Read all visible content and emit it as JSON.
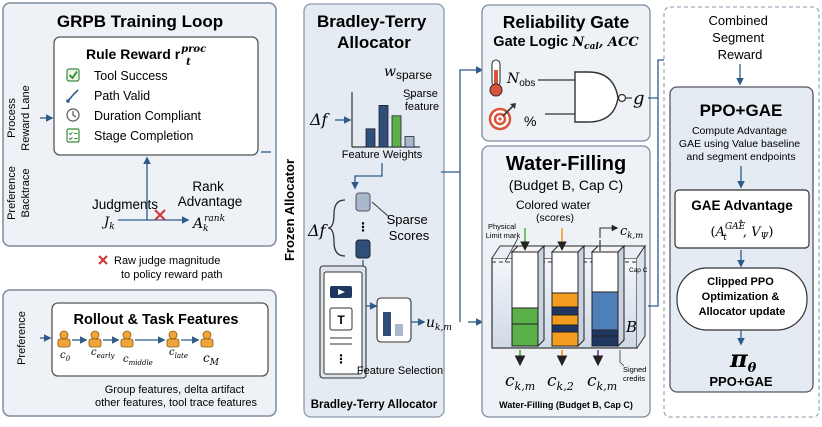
{
  "grpb": {
    "title": "GRPB Training Loop",
    "lane_process": [
      "Process",
      "Reward Lane"
    ],
    "lane_pref_backtrace": [
      "Preference",
      "Backtrace"
    ],
    "rule_reward_title": "Rule Reward r",
    "rule_reward_sup": "proc",
    "rule_reward_sub": "t",
    "items": [
      "Tool Success",
      "Path Valid",
      "Duration Compliant",
      "Stage Completion"
    ],
    "judgments": "Judgments",
    "j_sym": "J",
    "j_sub": "k",
    "rank_advantage": [
      "Rank",
      "Advantage"
    ],
    "a_sym": "A",
    "a_sup": "rank",
    "a_sub": "k",
    "raw_judge": [
      "Raw judge magnitude",
      "to policy reward path"
    ]
  },
  "rollout": {
    "lane_pref": "Preference",
    "title": "Rollout & Task Features",
    "nodes": [
      {
        "sym": "c",
        "sub": "0"
      },
      {
        "sym": "c",
        "sub": "early"
      },
      {
        "sym": "c",
        "sub": "middle"
      },
      {
        "sym": "c",
        "sub": "late"
      },
      {
        "sym": "c",
        "sub": "M"
      }
    ],
    "footer": [
      "Group features, delta artifact",
      "other features, tool trace features"
    ]
  },
  "frozen_allocator": "Frozen Allocator",
  "bt": {
    "title": [
      "Bradley-Terry",
      "Allocator"
    ],
    "w_sym": "w",
    "w_sub": "sparse",
    "sparse_feature": [
      "Sparse",
      "feature"
    ],
    "feature_weights": "Feature Weights",
    "delta_f": "Δf",
    "sparse_scores": [
      "Sparse",
      "Scores"
    ],
    "u_sym": "u",
    "u_sub": "k,m",
    "feature_selection": "Feature Selection",
    "footer": "Bradley-Terry Allocator",
    "weights": [
      0.35,
      0.8,
      0.6,
      0.2
    ]
  },
  "gate": {
    "title": "Reliability Gate",
    "logic_label": "Gate Logic",
    "logic_args": "N",
    "logic_args_sub": "cal",
    "logic_args_tail": ", ACC",
    "n_sym": "N",
    "n_sub": "obs",
    "percent": "%",
    "g_sym": "g"
  },
  "water": {
    "title": "Water-Filling",
    "subtitle": "(Budget B, Cap C)",
    "colored_water": [
      "Colored water",
      "(scores)"
    ],
    "physical_limit": [
      "Physical",
      "Limit mark"
    ],
    "cap_label": "Cap C",
    "c_top_sym": "c",
    "c_top_sub": "k,m",
    "b_label": "B",
    "signed_credits": [
      "Signed",
      "credits"
    ],
    "bottom": [
      {
        "sym": "c",
        "sub": "k,m"
      },
      {
        "sym": "c",
        "sub": "k,2"
      },
      {
        "sym": "c",
        "sub": "k,m"
      }
    ],
    "footer": "Water-Filling (Budget B, Cap C)",
    "colors": {
      "green": "#5bb04a",
      "orange": "#f39c1f",
      "blue": "#4f7fb8",
      "navy": "#1f3660"
    }
  },
  "right": {
    "combined": [
      "Combined",
      "Segment",
      "Reward"
    ],
    "ppo_title": "PPO+GAE",
    "compute": [
      "Compute Advantage",
      "GAE using Value baseline",
      "and segment endpoints"
    ],
    "gae_title": "GAE Advantage",
    "gae_formula_a": "A",
    "gae_formula_sup": "GAE",
    "gae_formula_sub": "t",
    "gae_formula_v": "V",
    "gae_formula_vsub": "Ψ",
    "clipped": [
      "Clipped PPO",
      "Optimization &",
      "Allocator update"
    ],
    "pi_sym": "π",
    "pi_sub": "θ",
    "footer": "PPO+GAE"
  }
}
